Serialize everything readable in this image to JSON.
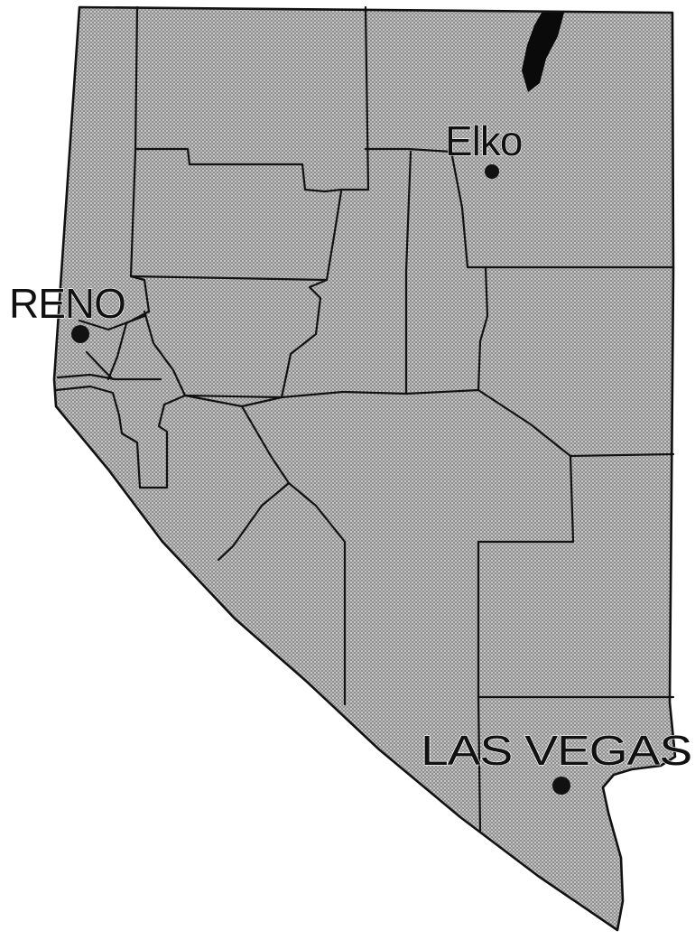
{
  "map": {
    "region": "Nevada",
    "fill_color": "#9a9a9a",
    "border_color": "#111111",
    "lake_color": "#0a0a0a"
  },
  "cities": {
    "reno": {
      "label": "RENO"
    },
    "elko": {
      "label": "Elko"
    },
    "las_vegas": {
      "label": "LAS VEGAS"
    }
  }
}
